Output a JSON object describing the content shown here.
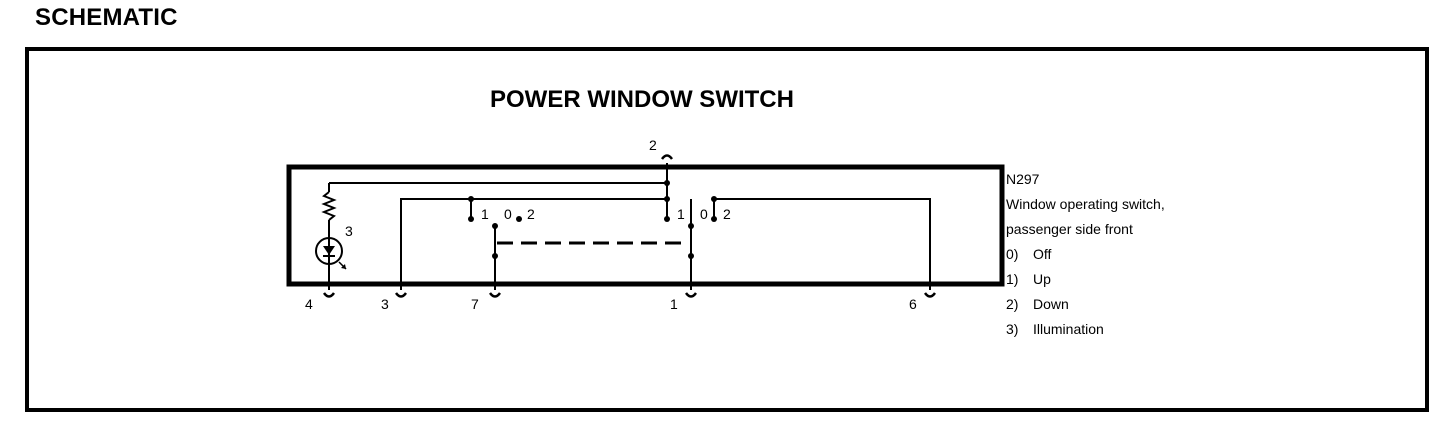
{
  "header": {
    "title": "SCHEMATIC"
  },
  "diagram": {
    "title": "POWER WINDOW SWITCH",
    "terminals": {
      "t2": "2",
      "t4": "4",
      "t3": "3",
      "t7": "7",
      "t1": "1",
      "t6": "6"
    },
    "illumination_label": "3",
    "switch_left": {
      "pos1": "1",
      "pos0": "0",
      "pos2": "2"
    },
    "switch_right": {
      "pos1": "1",
      "pos0": "0",
      "pos2": "2"
    }
  },
  "legend": {
    "component_id": "N297",
    "description_line1": "Window operating switch,",
    "description_line2": "passenger side front",
    "items": [
      {
        "key": "0)",
        "text": "Off"
      },
      {
        "key": "1)",
        "text": "Up"
      },
      {
        "key": "2)",
        "text": "Down"
      },
      {
        "key": "3)",
        "text": "Illumination"
      }
    ]
  }
}
